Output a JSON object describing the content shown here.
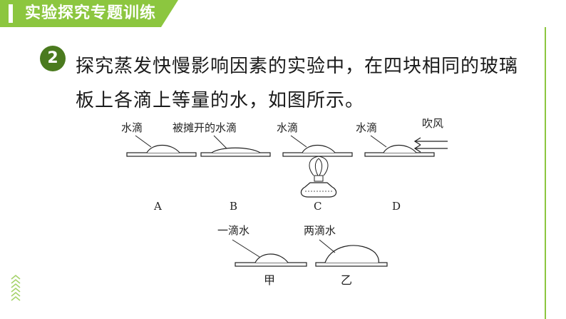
{
  "header": {
    "title": "实验探究专题训练",
    "bg_color": "#8cc63f"
  },
  "question": {
    "number": "2",
    "line1": "探究蒸发快慢影响因素的实验中，在四块相同的玻璃",
    "line2": "板上各滴上等量的水，如图所示。"
  },
  "figure": {
    "top_labels": {
      "a": "水滴",
      "b": "被摊开的水滴",
      "c": "水滴",
      "d": "水滴",
      "wind": "吹风"
    },
    "panel_letters": {
      "a": "A",
      "b": "B",
      "c": "C",
      "d": "D"
    },
    "bottom_labels": {
      "one_drop": "一滴水",
      "two_drops": "两滴水",
      "jia": "甲",
      "yi": "乙"
    }
  },
  "icons": {
    "side_decoration": "double-chevron-up-icon"
  }
}
